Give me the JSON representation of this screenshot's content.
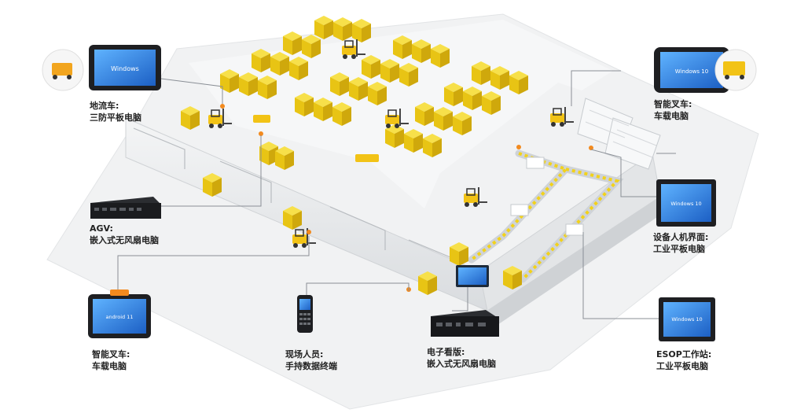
{
  "screens": {
    "windows": "Windows",
    "windows10": "Windows 10",
    "android": "android 11"
  },
  "devices": [
    {
      "id": "ground-cart",
      "line1": "地流车:",
      "line2": "三防平板电脑",
      "icon": "tablet-icon"
    },
    {
      "id": "smart-forklift-top",
      "line1": "智能叉车:",
      "line2": "车载电脑",
      "icon": "vehicle-tablet-icon"
    },
    {
      "id": "agv",
      "line1": "AGV:",
      "line2": "嵌入式无风扇电脑",
      "icon": "embedded-pc-icon"
    },
    {
      "id": "hmi",
      "line1": "设备人机界面:",
      "line2": "工业平板电脑",
      "icon": "panel-pc-icon"
    },
    {
      "id": "smart-forklift-bottom",
      "line1": "智能叉车:",
      "line2": "车载电脑",
      "icon": "android-tablet-icon"
    },
    {
      "id": "field-staff",
      "line1": "现场人员:",
      "line2": "手持数据终端",
      "icon": "handheld-terminal-icon"
    },
    {
      "id": "e-board",
      "line1": "电子看版:",
      "line2": "嵌入式无风扇电脑",
      "icon": "fanless-box-icon"
    },
    {
      "id": "esop",
      "line1": "ESOP工作站:",
      "line2": "工业平板电脑",
      "icon": "panel-pc-icon"
    }
  ],
  "colors": {
    "box": "#f2d21b",
    "box_side": "#d3b010",
    "floor": "#f3f4f5",
    "wall": "#e6e8ea",
    "screen_blue": "#2f7fe0",
    "connector": "#8a8f96",
    "accent": "#f28a1e"
  }
}
